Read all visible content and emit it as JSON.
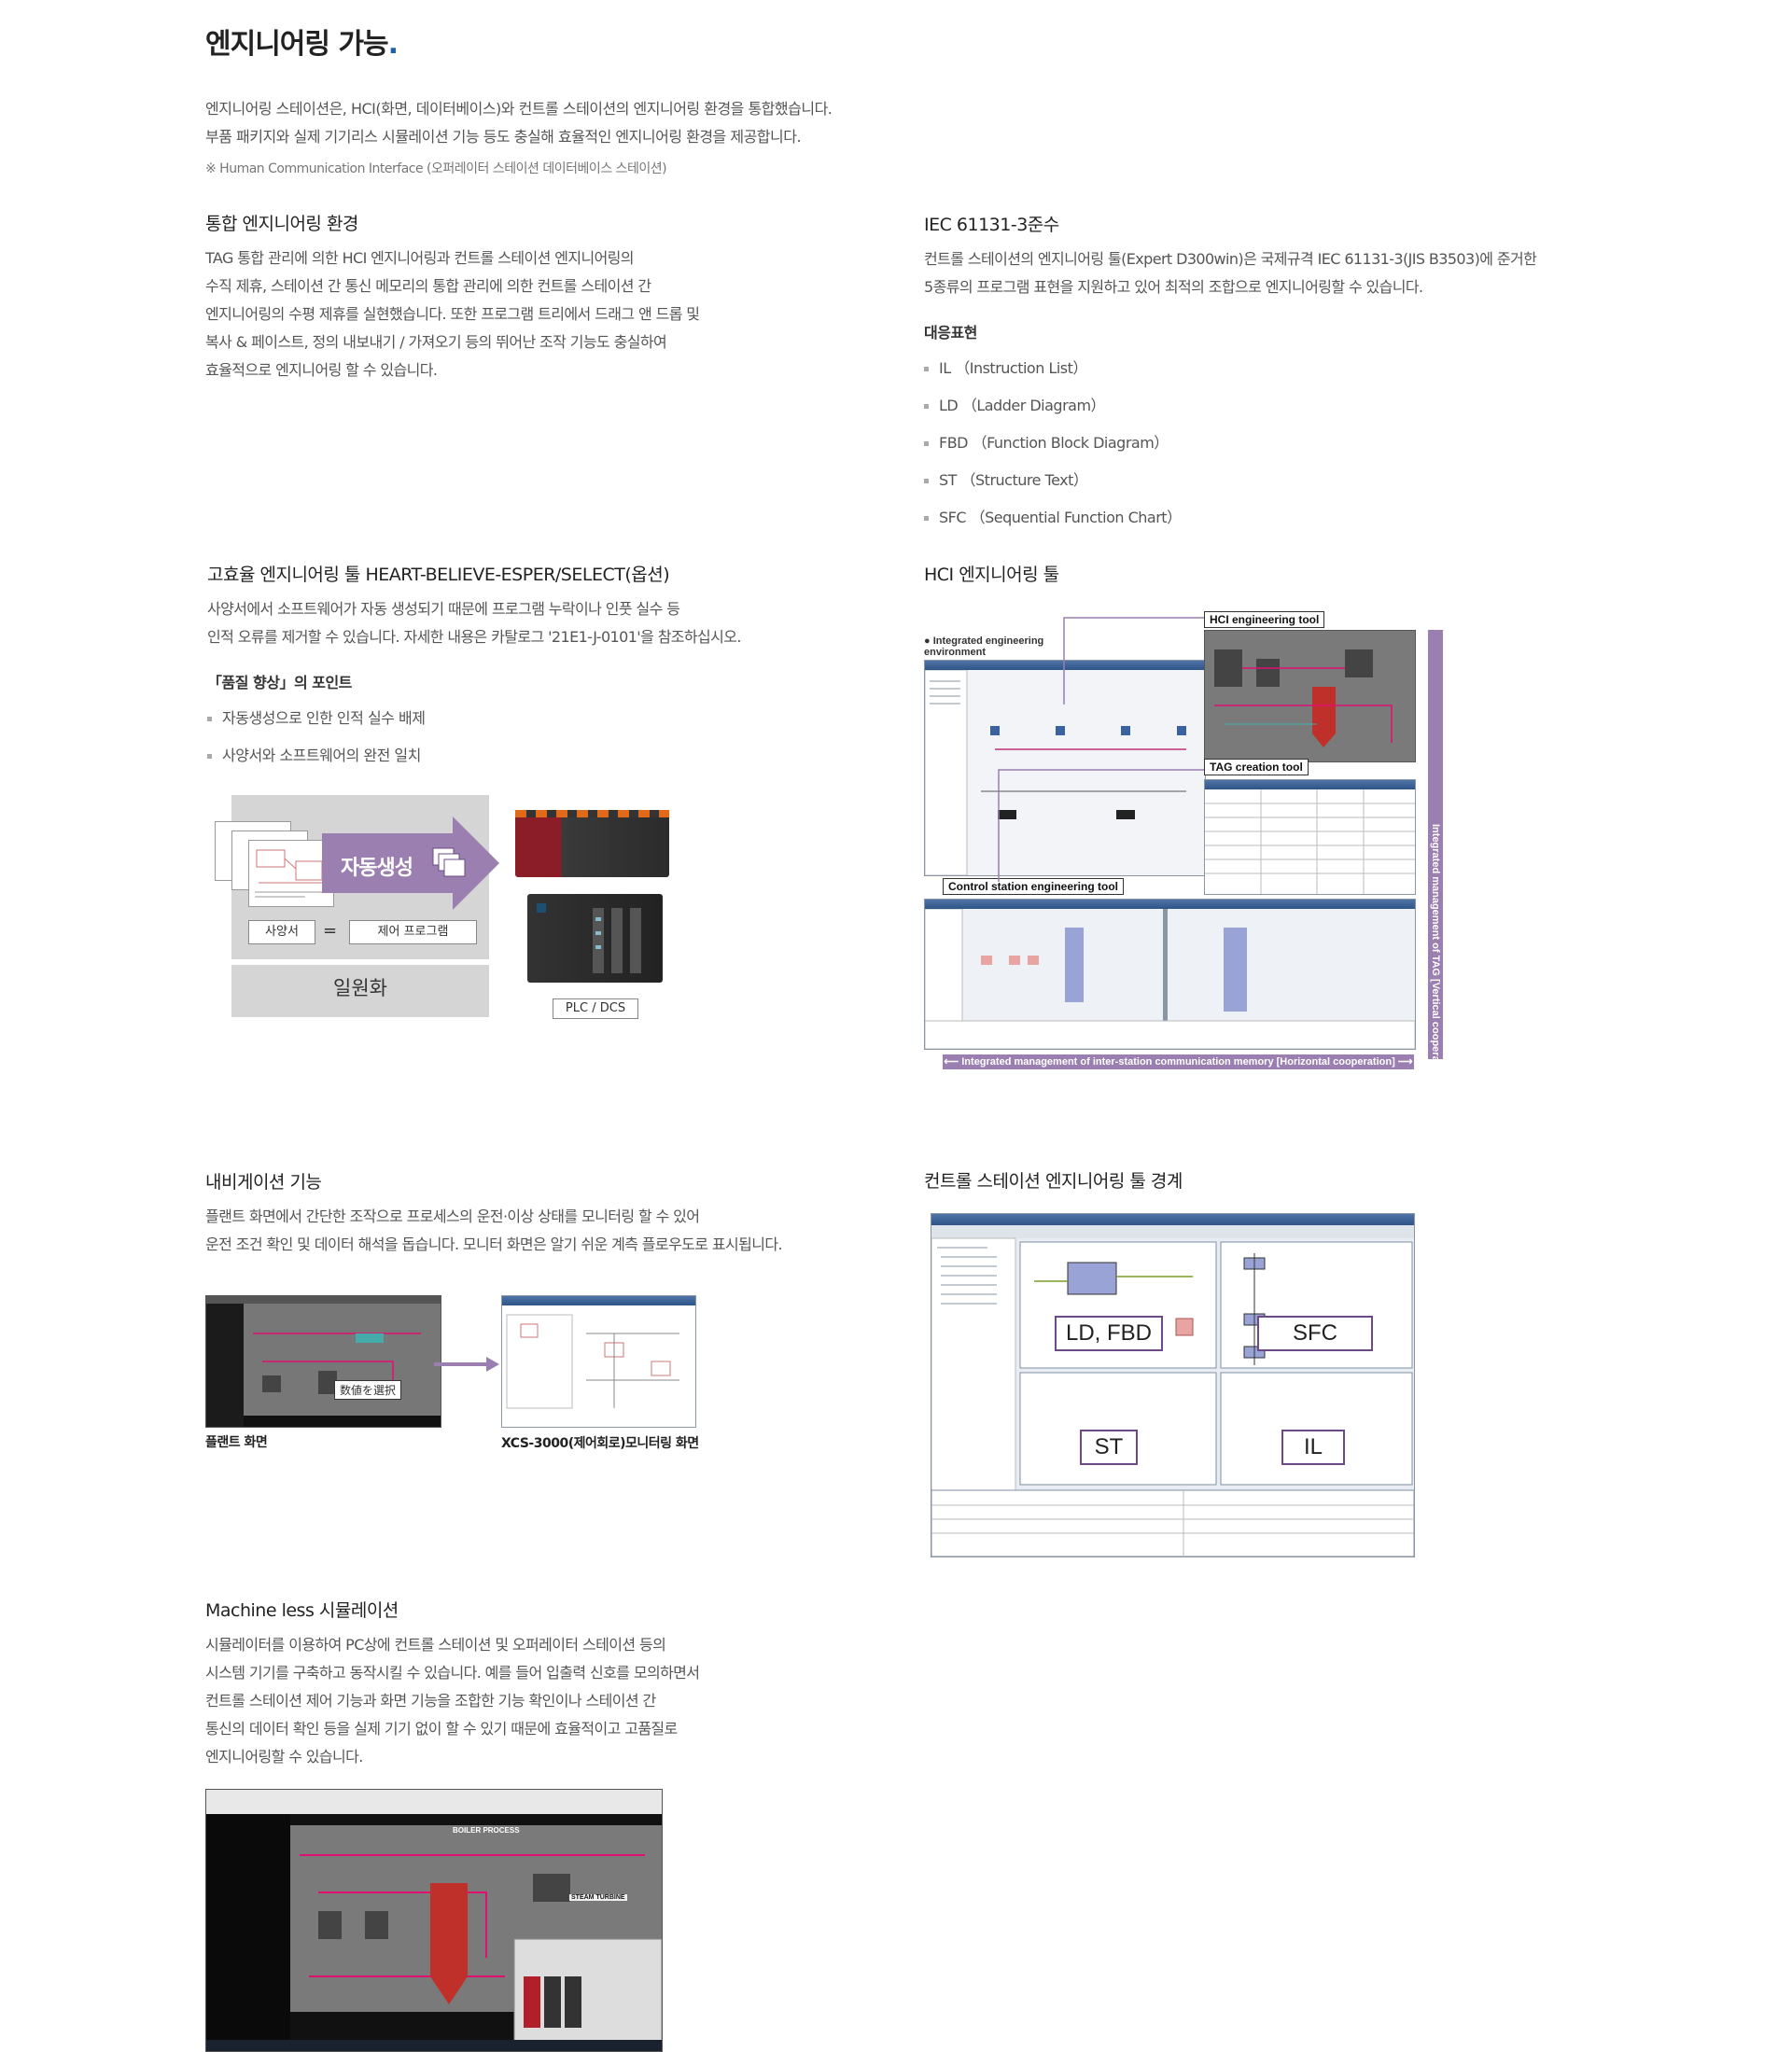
{
  "page": {
    "title": "엔지니어링 가능",
    "title_dot": ".",
    "intro": [
      "엔지니어링 스테이션은, HCI(화면, 데이터베이스)와 컨트롤 스테이션의 엔지니어링 환경을 통합했습니다.",
      "부품 패키지와 실제 기기리스 시뮬레이션 기능 등도 충실해 효율적인 엔지니어링 환경을 제공합니다."
    ],
    "note": "※ Human Communication Interface (오퍼레이터 스테이션 데이터베이스 스테이션)"
  },
  "integrated": {
    "title": "통합 엔지니어링 환경",
    "para": [
      "TAG 통합 관리에 의한 HCI 엔지니어링과 컨트롤 스테이션 엔지니어링의",
      "수직 제휴, 스테이션 간 통신 메모리의 통합 관리에 의한 컨트롤 스테이션 간",
      "엔지니어링의 수평 제휴를 실현했습니다. 또한 프로그램 트리에서 드래그 앤 드롭 및",
      "복사 & 페이스트, 정의 내보내기 / 가져오기 등의 뛰어난 조작 기능도 충실하여",
      "효율적으로 엔지니어링 할 수 있습니다."
    ]
  },
  "iec": {
    "title": "IEC 61131-3준수",
    "para": [
      "컨트롤 스테이션의 엔지니어링 툴(Expert D300win)은 국제규격 IEC 61131-3(JIS B3503)에 준거한",
      "5종류의 프로그램 표현을 지원하고 있어 최적의 조합으로 엔지니어링할 수 있습니다."
    ],
    "subhead": "대응표현",
    "items": [
      "IL （Instruction List）",
      "LD （Ladder Diagram）",
      "FBD （Function Block Diagram）",
      "ST （Structure Text）",
      "SFC （Sequential Function Chart）"
    ]
  },
  "heart": {
    "title": "고효율 엔지니어링 툴 HEART-BELIEVE-ESPER/SELECT(옵션)",
    "para": [
      "사양서에서 소프트웨어가 자동 생성되기 때문에 프로그램 누락이나 인풋 실수 등",
      "인적 오류를 제거할 수 있습니다. 자세한 내용은 카탈로그 '21E1-J-0101'을 참조하십시오."
    ],
    "subhead": "「품질 향상」의 포인트",
    "items": [
      "자동생성으로 인한 인적 실수 배제",
      "사양서와 소프트웨어의 완전 일치"
    ],
    "diagram": {
      "auto_gen": "자동생성",
      "spec": "사양서",
      "equals": "=",
      "control_program": "제어 프로그램",
      "unify": "일원화",
      "plc_label": "PLC / DCS"
    }
  },
  "hci_tool": {
    "title": "HCI 엔지니어링 툴",
    "integrated_env": "Integrated engineering environment",
    "hci_eng_tool": "HCI engineering tool",
    "tag_tool": "TAG creation tool",
    "control_tool": "Control station engineering tool",
    "vertical": "Integrated management of TAG [Vertical cooperation]",
    "horizontal": "Integrated management of inter-station communication memory [Horizontal cooperation]"
  },
  "navigation": {
    "title": "내비게이션 기능",
    "para": [
      "플랜트 화면에서 간단한 조작으로 프로세스의 운전·이상 상태를 모니터링 할 수 있어",
      "운전 조건 확인 및 데이터 해석을 돕습니다. 모니터 화면은 알기 쉬운 계측 플로우도로 표시됩니다."
    ],
    "select_label": "数値を選択",
    "caption_left": "플랜트 화면",
    "caption_right": "XCS-3000(제어회로)모니터링 화면"
  },
  "control_tool": {
    "title": "컨트롤 스테이션 엔지니어링 툴 경계",
    "labels": [
      "LD, FBD",
      "SFC",
      "ST",
      "IL"
    ]
  },
  "machineless": {
    "title": "Machine less  시뮬레이션",
    "para": [
      "시뮬레이터를 이용하여 PC상에 컨트롤 스테이션 및 오퍼레이터 스테이션 등의",
      "시스템 기기를 구축하고 동작시킬 수 있습니다. 예를 들어 입출력 신호를 모의하면서",
      "컨트롤 스테이션 제어 기능과 화면 기능을 조합한 기능 확인이나 스테이션 간",
      "통신의 데이터 확인 등을 실제 기기 없이 할 수 있기 때문에 효율적이고 고품질로",
      "엔지니어링할 수 있습니다."
    ],
    "boiler": "BOILER PROCESS",
    "turbine": "STEAM TURBINE"
  },
  "colors": {
    "accent": "#1d5fb0",
    "purple": "#9a7fb0",
    "gray_box": "#d5d5d5"
  }
}
